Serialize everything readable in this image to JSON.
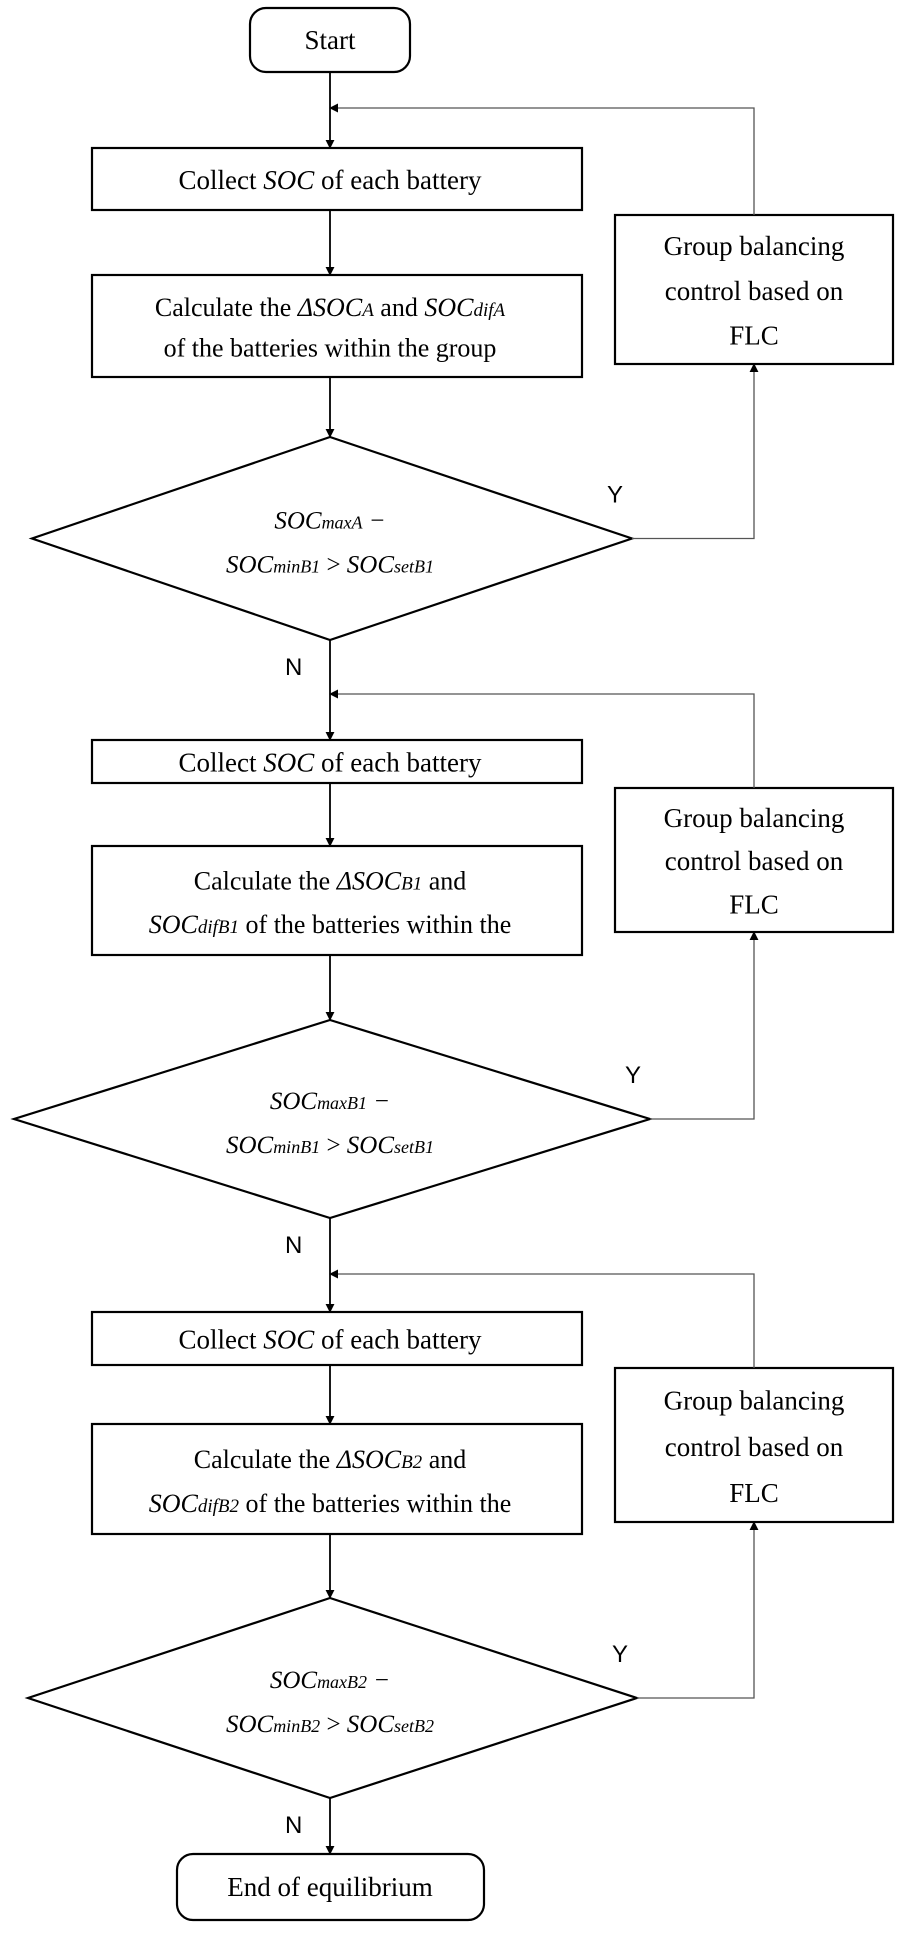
{
  "start": "Start",
  "end": "End of equilibrium",
  "yes_label": "Y",
  "no_label": "N",
  "sections": [
    {
      "collect": {
        "pre": "Collect ",
        "var": "SOC",
        "post": " of each battery"
      },
      "calc": {
        "line1": [
          {
            "t": "Calculate the "
          },
          {
            "t": "ΔSOC",
            "i": true
          },
          {
            "t": "A",
            "i": true,
            "sub": true
          },
          {
            "t": " and "
          },
          {
            "t": "SOC",
            "i": true
          },
          {
            "t": "difA",
            "i": true,
            "sub": true
          }
        ],
        "line2": [
          {
            "t": "of the batteries within the group"
          }
        ]
      },
      "decision": {
        "line1": [
          {
            "t": "SOC",
            "i": true
          },
          {
            "t": "maxA",
            "i": true,
            "sub": true
          },
          {
            "t": " −",
            "i": true
          }
        ],
        "line2": [
          {
            "t": "SOC",
            "i": true
          },
          {
            "t": "minB1",
            "i": true,
            "sub": true
          },
          {
            "t": " > "
          },
          {
            "t": "SOC",
            "i": true
          },
          {
            "t": "setB1",
            "i": true,
            "sub": true
          }
        ]
      },
      "control": [
        "Group balancing",
        "control based on",
        "FLC"
      ]
    },
    {
      "collect": {
        "pre": "Collect ",
        "var": "SOC",
        "post": " of each battery"
      },
      "calc": {
        "line1": [
          {
            "t": "Calculate the "
          },
          {
            "t": "ΔSOC",
            "i": true
          },
          {
            "t": "B1",
            "i": true,
            "sub": true
          },
          {
            "t": " and"
          }
        ],
        "line2": [
          {
            "t": "SOC",
            "i": true
          },
          {
            "t": "difB1",
            "i": true,
            "sub": true
          },
          {
            "t": " of the batteries within the"
          }
        ]
      },
      "decision": {
        "line1": [
          {
            "t": "SOC",
            "i": true
          },
          {
            "t": "maxB1",
            "i": true,
            "sub": true
          },
          {
            "t": " −",
            "i": true
          }
        ],
        "line2": [
          {
            "t": "SOC",
            "i": true
          },
          {
            "t": "minB1",
            "i": true,
            "sub": true
          },
          {
            "t": " > "
          },
          {
            "t": "SOC",
            "i": true
          },
          {
            "t": "setB1",
            "i": true,
            "sub": true
          }
        ]
      },
      "control": [
        "Group balancing",
        "control based on",
        "FLC"
      ]
    },
    {
      "collect": {
        "pre": "Collect ",
        "var": "SOC",
        "post": " of each battery"
      },
      "calc": {
        "line1": [
          {
            "t": "Calculate the "
          },
          {
            "t": "ΔSOC",
            "i": true
          },
          {
            "t": "B2",
            "i": true,
            "sub": true
          },
          {
            "t": " and"
          }
        ],
        "line2": [
          {
            "t": "SOC",
            "i": true
          },
          {
            "t": "difB2",
            "i": true,
            "sub": true
          },
          {
            "t": " of the batteries within the"
          }
        ]
      },
      "decision": {
        "line1": [
          {
            "t": "SOC",
            "i": true
          },
          {
            "t": "maxB2",
            "i": true,
            "sub": true
          },
          {
            "t": " −",
            "i": true
          }
        ],
        "line2": [
          {
            "t": "SOC",
            "i": true
          },
          {
            "t": "minB2",
            "i": true,
            "sub": true
          },
          {
            "t": " > "
          },
          {
            "t": "SOC",
            "i": true
          },
          {
            "t": "setB2",
            "i": true,
            "sub": true
          }
        ]
      },
      "control": [
        "Group balancing",
        "control based on",
        "FLC"
      ]
    }
  ]
}
